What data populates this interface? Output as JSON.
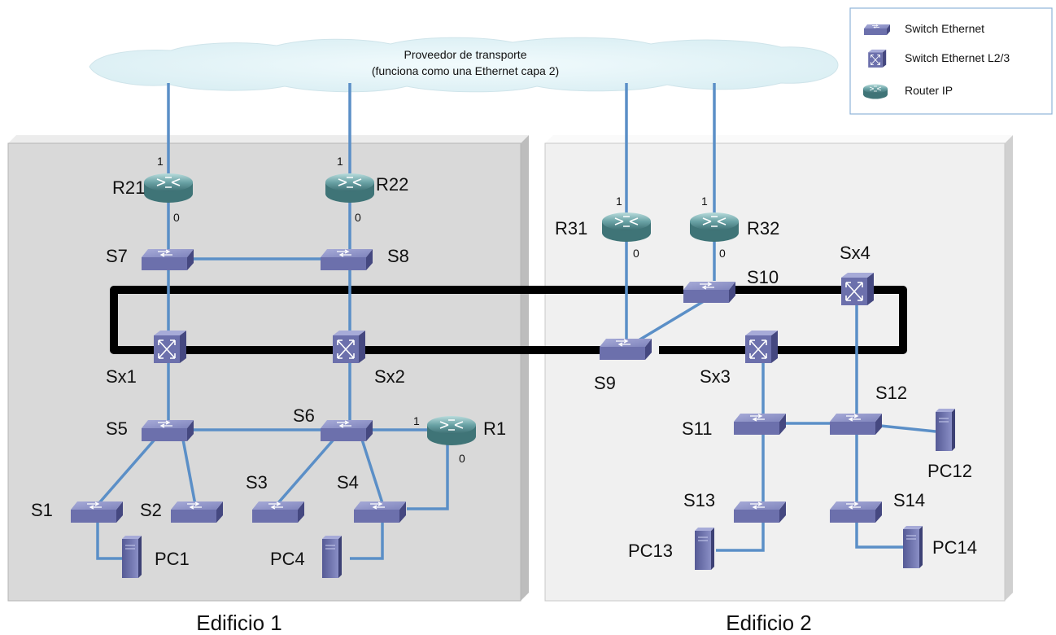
{
  "cloud": {
    "line1": "Proveedor de transporte",
    "line2": "(funciona como una Ethernet capa 2)"
  },
  "legend": {
    "switch": "Switch Ethernet",
    "l3switch": "Switch Ethernet L2/3",
    "router": "Router IP"
  },
  "buildings": {
    "b1": "Edificio 1",
    "b2": "Edificio 2"
  },
  "nodes": {
    "R21": "R21",
    "R22": "R22",
    "R31": "R31",
    "R32": "R32",
    "R1": "R1",
    "S1": "S1",
    "S2": "S2",
    "S3": "S3",
    "S4": "S4",
    "S5": "S5",
    "S6": "S6",
    "S7": "S7",
    "S8": "S8",
    "S9": "S9",
    "S10": "S10",
    "S11": "S11",
    "S12": "S12",
    "S13": "S13",
    "S14": "S14",
    "Sx1": "Sx1",
    "Sx2": "Sx2",
    "Sx3": "Sx3",
    "Sx4": "Sx4",
    "PC1": "PC1",
    "PC4": "PC4",
    "PC12": "PC12",
    "PC13": "PC13",
    "PC14": "PC14"
  },
  "ports": {
    "r21_up": "1",
    "r21_down": "0",
    "r22_up": "1",
    "r22_down": "0",
    "r31_up": "1",
    "r31_down": "0",
    "r32_up": "1",
    "r32_down": "0",
    "r1_left": "1",
    "r1_down": "0"
  },
  "colors": {
    "link": "#5b8fc7",
    "device": "#7e83b8",
    "router": "#5f9ea0",
    "building1": "#d9d9d9",
    "building2": "#f0f0f0"
  }
}
